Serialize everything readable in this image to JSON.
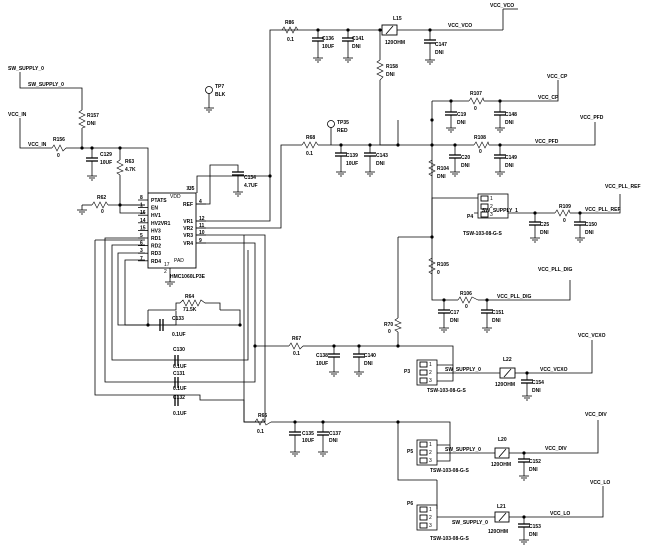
{
  "nets": {
    "vcc_vco": "VCC_VCO",
    "sw_supply_0_in": "SW_SUPPLY_0",
    "sw_supply_0_a": "SW_SUPPLY_0",
    "vcc_in_port": "VCC_IN",
    "vcc_in_net": "VCC_IN",
    "vcc_cp_port": "VCC_CP",
    "vcc_cp_net": "VCC_CP",
    "vcc_pfd_port": "VCC_PFD",
    "vcc_pfd_net": "VCC_PFD",
    "vcc_pll_ref_port": "VCC_PLL_REF",
    "vcc_pll_ref_net": "VCC_PLL_REF",
    "vcc_pll_dig_port": "VCC_PLL_DIG",
    "vcc_pll_dig_net": "VCC_PLL_DIG",
    "sw_supply_1": "SW_SUPPLY_1",
    "vcc_vcxo_port": "VCC_VCXO",
    "vcc_vcxo_net": "VCC_VCXO",
    "sw_supply_0_p3": "SW_SUPPLY_0",
    "vcc_div_port": "VCC_DIV",
    "vcc_div_net": "VCC_DIV",
    "sw_supply_0_p5": "SW_SUPPLY_0",
    "vcc_lo_port": "VCC_LO",
    "vcc_lo_net": "VCC_LO",
    "sw_supply_0_p6": "SW_SUPPLY_0"
  },
  "test_points": {
    "tp7": {
      "ref": "TP7",
      "label": "BLK"
    },
    "tp35": {
      "ref": "TP35",
      "label": "RED"
    }
  },
  "ic": {
    "ref": "U5",
    "part": "HMC1060LP3E",
    "pins_left": [
      {
        "num": "8",
        "name": "PTATS"
      },
      {
        "num": "1",
        "name": "EN"
      },
      {
        "num": "16",
        "name": "HV1"
      },
      {
        "num": "14",
        "name": "HV2VR1"
      },
      {
        "num": "15",
        "name": "HV3"
      },
      {
        "num": "5",
        "name": "RD1"
      },
      {
        "num": "6",
        "name": "RD2"
      },
      {
        "num": "3",
        "name": "RD3"
      },
      {
        "num": "7",
        "name": "RD4"
      }
    ],
    "pins_right": [
      {
        "num": "4",
        "name": "REF"
      },
      {
        "num": "12",
        "name": "VR1"
      },
      {
        "num": "11",
        "name": "VR2"
      },
      {
        "num": "10",
        "name": "VR3"
      },
      {
        "num": "9",
        "name": "VR4"
      }
    ],
    "vdd": {
      "num": "13",
      "name": "VDD"
    },
    "pad": {
      "num": "2",
      "name": "PAD",
      "num2": "17"
    }
  },
  "components": {
    "r86": {
      "ref": "R86",
      "value": "0.1"
    },
    "l15": {
      "ref": "L15",
      "value": "120OHM"
    },
    "c136": {
      "ref": "C136",
      "value": "10UF"
    },
    "c141": {
      "ref": "C141",
      "value": "DNI"
    },
    "c147": {
      "ref": "C147",
      "value": "DNI"
    },
    "r158": {
      "ref": "R158",
      "value": "DNI"
    },
    "r157": {
      "ref": "R157",
      "value": "DNI"
    },
    "r156": {
      "ref": "R156",
      "value": "0"
    },
    "c129": {
      "ref": "C129",
      "value": "10UF"
    },
    "r63": {
      "ref": "R63",
      "value": "4.7K"
    },
    "r62": {
      "ref": "R62",
      "value": "0"
    },
    "c134": {
      "ref": "C134",
      "value": "4.7UF"
    },
    "r68": {
      "ref": "R68",
      "value": "0.1"
    },
    "c139": {
      "ref": "C139",
      "value": "10UF"
    },
    "c143": {
      "ref": "C143",
      "value": "DNI"
    },
    "r107": {
      "ref": "R107",
      "value": "0"
    },
    "c19": {
      "ref": "C19",
      "value": "DNI"
    },
    "c148": {
      "ref": "C148",
      "value": "DNI"
    },
    "r108": {
      "ref": "R108",
      "value": "0"
    },
    "c20": {
      "ref": "C20",
      "value": "DNI"
    },
    "c149": {
      "ref": "C149",
      "value": "DNI"
    },
    "r104": {
      "ref": "R104",
      "value": "DNI"
    },
    "p4": {
      "ref": "P4",
      "part": "TSW-103-08-G-S"
    },
    "r109": {
      "ref": "R109",
      "value": "0"
    },
    "c25": {
      "ref": "C25",
      "value": "DNI"
    },
    "c150": {
      "ref": "C150",
      "value": "DNI"
    },
    "r105": {
      "ref": "R105",
      "value": "0"
    },
    "r106": {
      "ref": "R106",
      "value": "0"
    },
    "c17": {
      "ref": "C17",
      "value": "DNI"
    },
    "c151": {
      "ref": "C151",
      "value": "DNI"
    },
    "r70": {
      "ref": "R70",
      "value": "0"
    },
    "r64": {
      "ref": "R64",
      "value": "71.5K"
    },
    "c133": {
      "ref": "C133",
      "value": "0.1UF"
    },
    "c130": {
      "ref": "C130",
      "value": "0.1UF"
    },
    "c131": {
      "ref": "C131",
      "value": "0.1UF"
    },
    "c132": {
      "ref": "C132",
      "value": "0.1UF"
    },
    "r67": {
      "ref": "R67",
      "value": "0.1"
    },
    "c138": {
      "ref": "C138",
      "value": "10UF"
    },
    "c140": {
      "ref": "C140",
      "value": "DNI"
    },
    "p3": {
      "ref": "P3",
      "part": "TSW-103-08-G-S"
    },
    "l22": {
      "ref": "L22",
      "value": "120OHM"
    },
    "c154": {
      "ref": "C154",
      "value": "DNI"
    },
    "r65": {
      "ref": "R65",
      "value": "0.1"
    },
    "c135": {
      "ref": "C135",
      "value": "10UF"
    },
    "c137": {
      "ref": "C137",
      "value": "DNI"
    },
    "p5": {
      "ref": "P5",
      "part": "TSW-103-08-G-S"
    },
    "l20": {
      "ref": "L20",
      "value": "120OHM"
    },
    "c152": {
      "ref": "C152",
      "value": "DNI"
    },
    "p6": {
      "ref": "P6",
      "part": "TSW-103-08-G-S"
    },
    "l21": {
      "ref": "L21",
      "value": "120OHM"
    },
    "c153": {
      "ref": "C153",
      "value": "DNI"
    }
  },
  "header_pins": [
    "1",
    "2",
    "3"
  ]
}
